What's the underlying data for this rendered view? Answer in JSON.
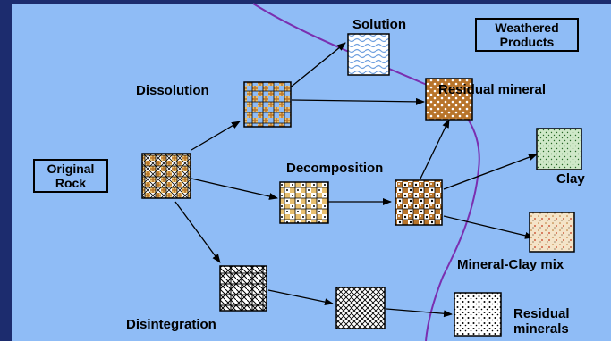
{
  "labels": {
    "solution": "Solution",
    "weathered_line1": "Weathered",
    "weathered_line2": "Products",
    "dissolution": "Dissolution",
    "residual_mineral": "Residual mineral",
    "original_line1": "Original",
    "original_line2": "Rock",
    "decomposition": "Decomposition",
    "clay": "Clay",
    "mineral_clay_mix": "Mineral-Clay mix",
    "disintegration": "Disintegration",
    "residual_minerals_line1": "Residual",
    "residual_minerals_line2": "minerals"
  },
  "colors": {
    "border": "#1c2c6e",
    "panel": "#8fbcf6",
    "boundary_line": "#7a2fb0",
    "mineral_brown": "#b8742a",
    "mineral_tan": "#e8c070",
    "clay_green": "#cfe8c8",
    "water_blue": "#6fa0e0"
  }
}
